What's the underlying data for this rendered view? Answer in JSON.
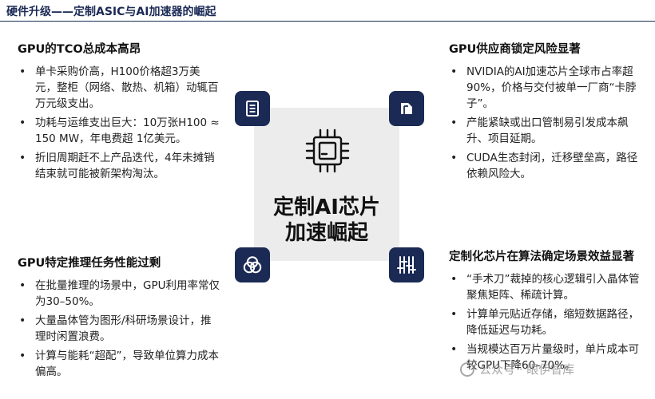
{
  "header": {
    "title": "硬件升级——定制ASIC与AI加速器的崛起"
  },
  "center": {
    "title_line1": "定制AI芯片",
    "title_line2": "加速崛起",
    "icon": "chip-icon"
  },
  "top_left": {
    "title": "GPU的TCO总成本高昂",
    "icon": "document-icon",
    "bullets": [
      "单卡采购价高，H100价格超3万美元，整柜（网络、散热、机箱）动辄百万元级支出。",
      "功耗与运维支出巨大：10万张H100 ≈ 150 MW，年电费超 1亿美元。",
      "折旧周期赶不上产品迭代，4年未摊销结束就可能被新架构淘汰。"
    ]
  },
  "bottom_left": {
    "title": "GPU特定推理任务性能过剩",
    "icon": "venn-icon",
    "bullets": [
      "在批量推理的场景中，GPU利用率常仅为30–50%。",
      "大量晶体管为图形/科研场景设计，推理时闲置浪费。",
      "计算与能耗“超配”，导致单位算力成本偏高。"
    ]
  },
  "top_right": {
    "title": "GPU供应商锁定风险显著",
    "icon": "folder-icon",
    "bullets": [
      "NVIDIA的AI加速芯片全球市占率超90%，价格与交付被单一厂商“卡脖子”。",
      "产能紧缺或出口管制易引发成本飙升、项目延期。",
      "CUDA生态封闭，迁移壁垒高，路径依赖风险大。"
    ]
  },
  "bottom_right": {
    "title": "定制化芯片在算法确定场景效益显著",
    "icon": "sliders-icon",
    "bullets": [
      "“手术刀”裁掉的核心逻辑引入晶体管聚焦矩阵、稀疏计算。",
      "计算单元贴近存储，缩短数据路径，降低延迟与功耗。",
      "当规模达百万片量级时，单片成本可较GPU下降60–70%。"
    ]
  },
  "watermark": {
    "text": "公众号 · 眼伊智库"
  },
  "colors": {
    "navy": "#1b2a55",
    "center_bg": "#ececec"
  }
}
